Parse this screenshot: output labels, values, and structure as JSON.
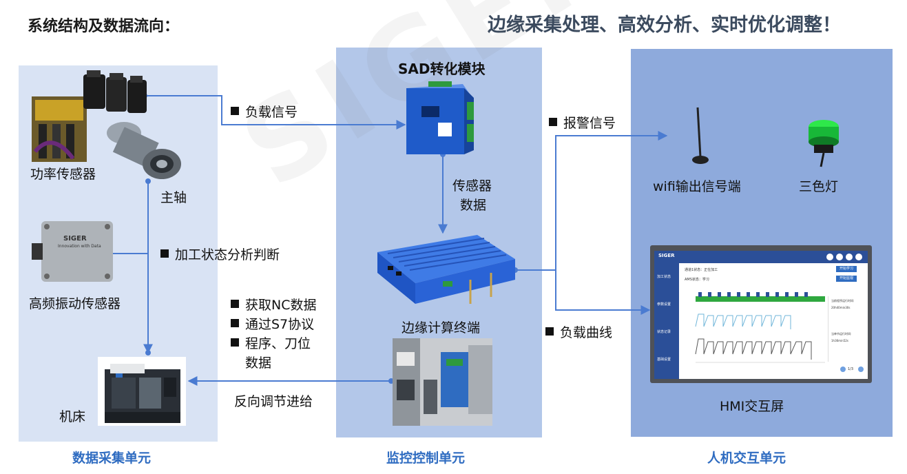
{
  "header": {
    "left_title": "系统结构及数据流向：",
    "right_title": "边缘采集处理、高效分析、实时优化调整！"
  },
  "watermark": "SIGER DAT",
  "units": {
    "collect": "数据采集单元",
    "monitor": "监控控制单元",
    "hmi": "人机交互单元"
  },
  "labels": {
    "power_sensor": "功率传感器",
    "spindle": "主轴",
    "vibration_sensor": "高频振动传感器",
    "machine": "机床",
    "sad_module": "SAD转化模块",
    "sensor_data_1": "传感器",
    "sensor_data_2": "数据",
    "edge_terminal": "边缘计算终端",
    "wifi_output": "wifi输出信号端",
    "tri_light": "三色灯",
    "hmi_screen": "HMI交互屏"
  },
  "flows": {
    "load_signal": "负载信号",
    "analysis": "加工状态分析判断",
    "nc_1": "获取NC数据",
    "nc_2": "通过S7协议",
    "nc_3": "程序、刀位",
    "nc_4": "数据",
    "feedback": "反向调节进给",
    "alarm": "报警信号",
    "load_curve": "负载曲线"
  },
  "device": {
    "vib_brand": "SIGER",
    "vib_tagline": "Innovation with Data"
  },
  "hmi_ui": {
    "brand": "SIGER",
    "menu": [
      "加工状态",
      "参数设置",
      "状态记录",
      "基础设置"
    ],
    "status1": "通道1状态：正在加工",
    "status2": "AMS状态：学习",
    "btn1": "开始学习",
    "btn2": "开始监视",
    "side1": "当前程序运行时间:",
    "side1_val": "20h40min30s",
    "side2": "当单节运行时间:",
    "side2_val": "1h36min52s",
    "pager": "1/3"
  },
  "colors": {
    "line": "#4a7bd1",
    "unit_text": "#2f6cc1",
    "device_blue": "#1f5bc9"
  }
}
